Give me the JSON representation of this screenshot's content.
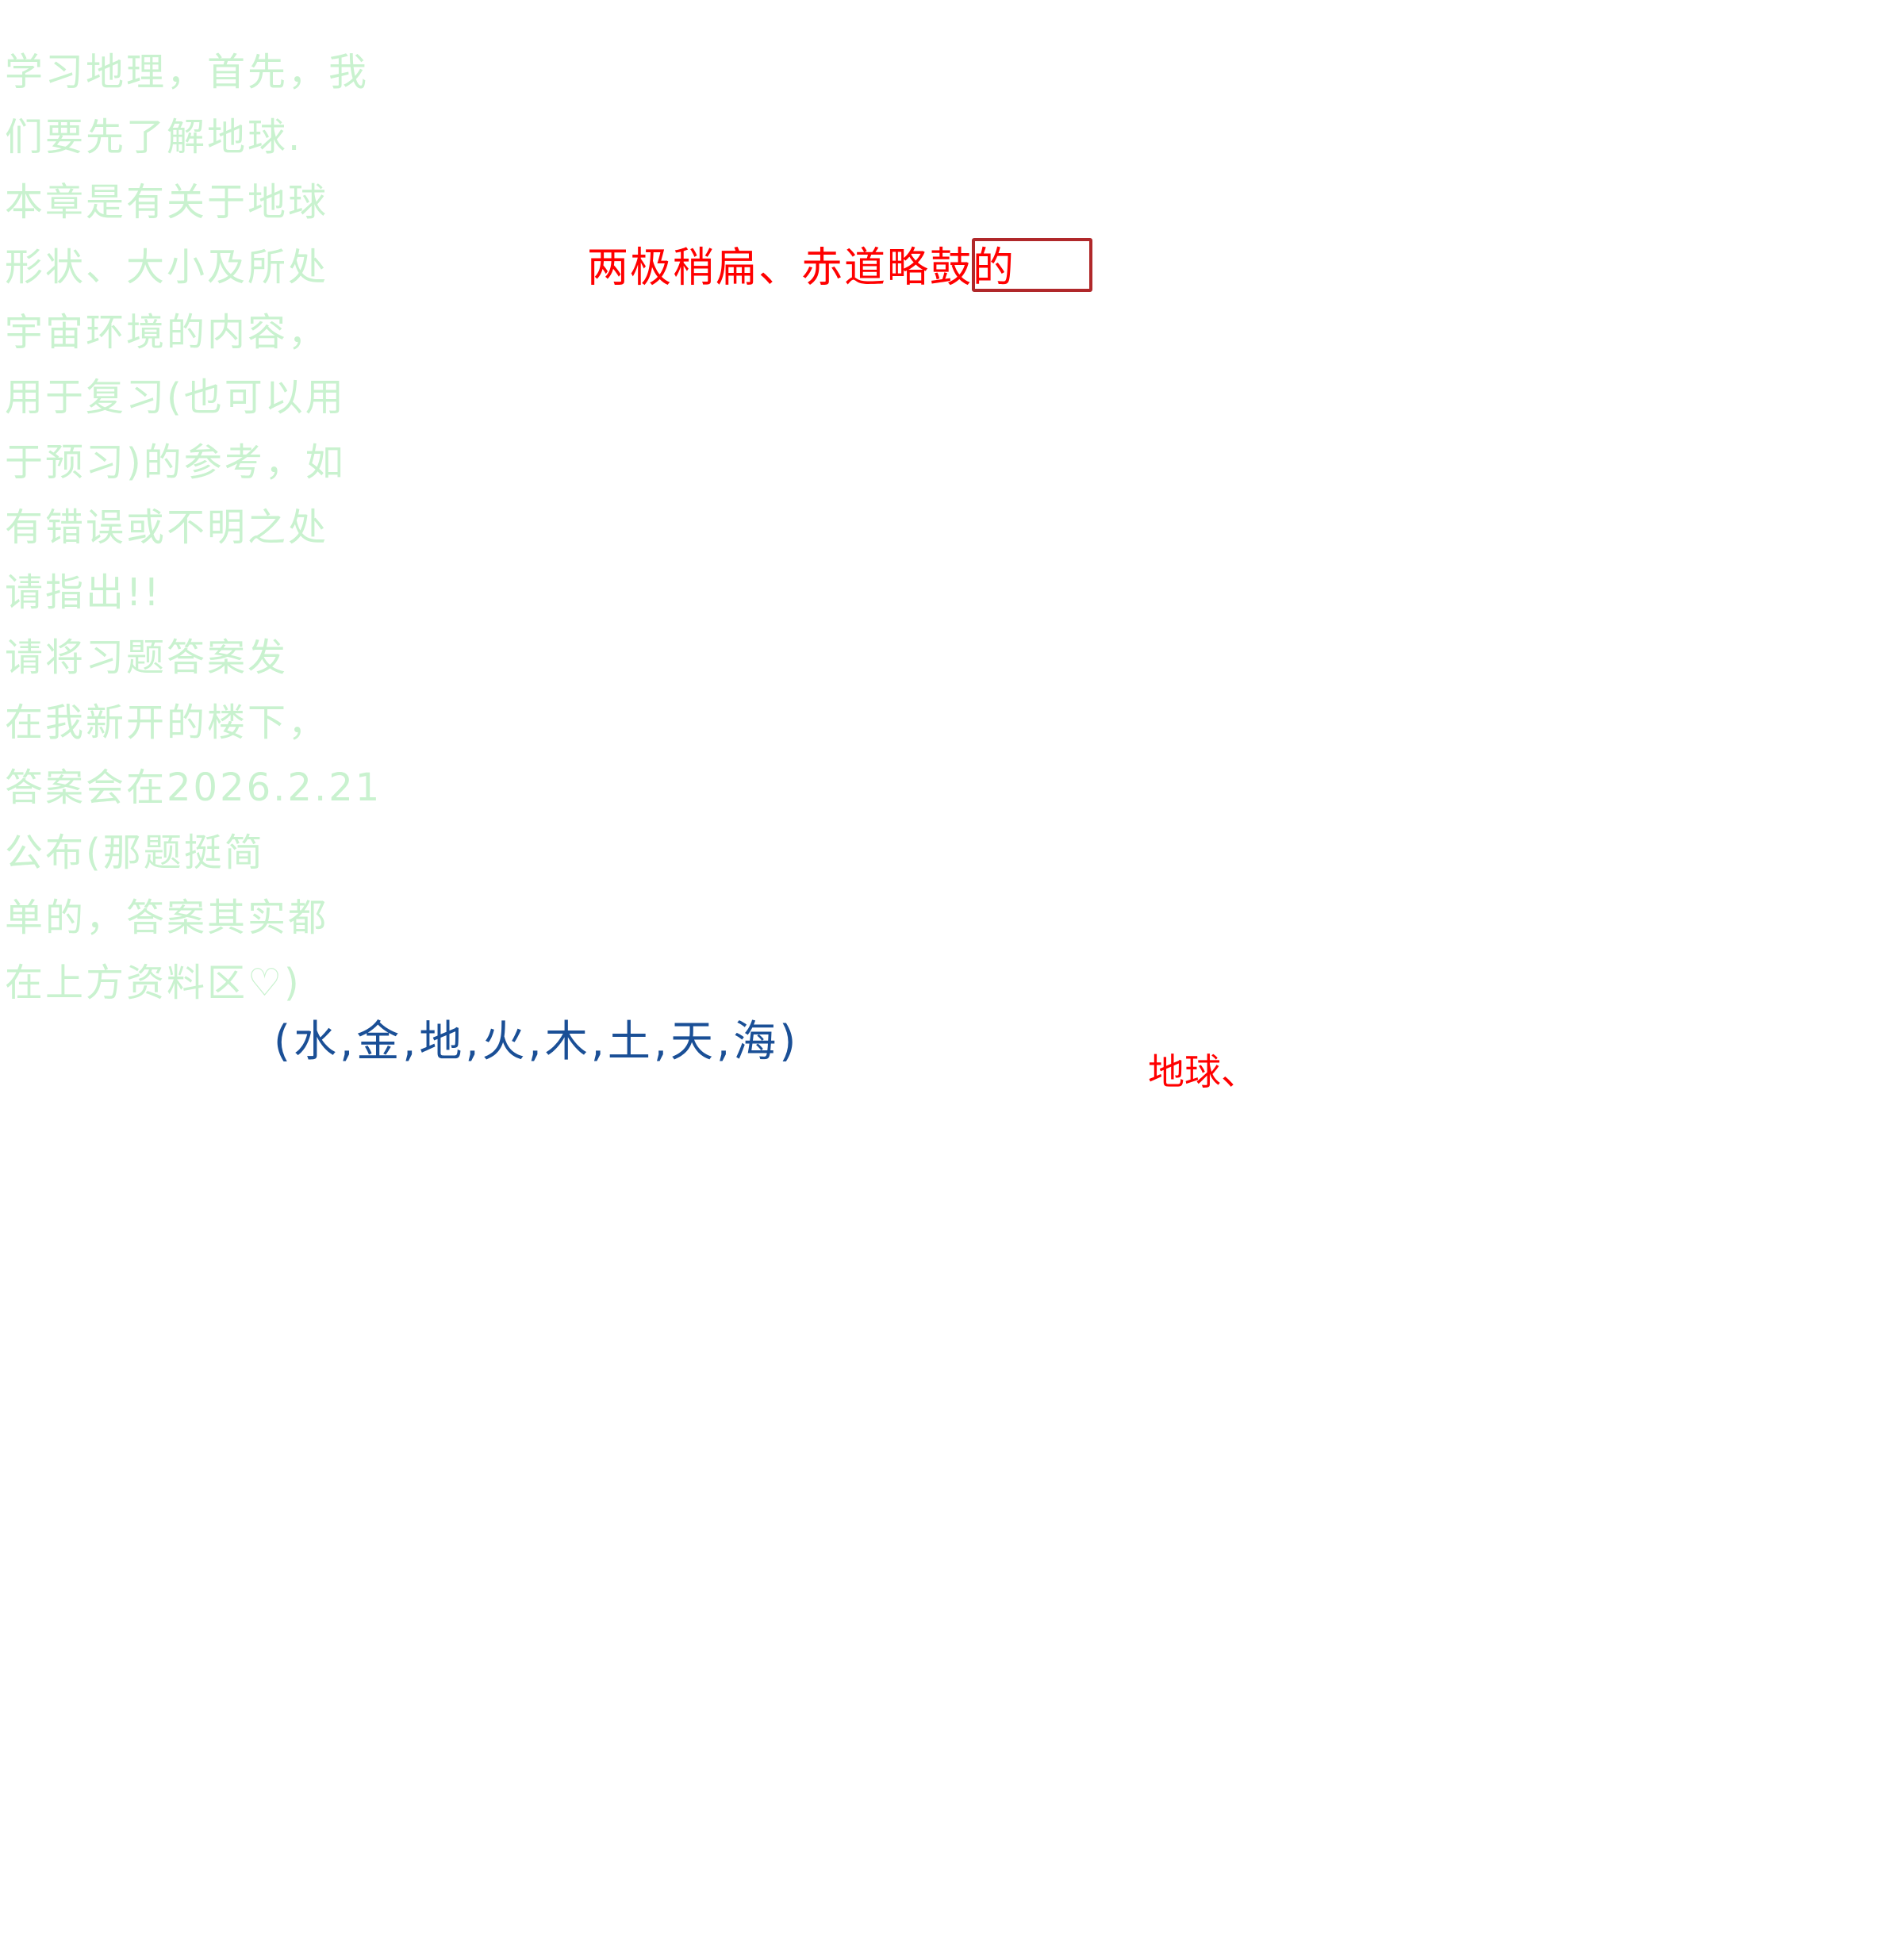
{
  "notes": {
    "lines": [
      "学习地理，首先，我",
      "们要先了解地球.",
      "本章是有关于地球",
      "形状、大小及所处",
      "宇宙环境的内容，",
      "用于复习(也可以用",
      "于预习)的参考，如",
      "有错误或不明之处",
      "请指出!!",
      "请将习题答案发",
      "在我新开的楼下，",
      "答案会在2026.2.21",
      "公布(那题挺简",
      "单的，答案其实都",
      "在上方资料区♡)"
    ]
  },
  "question": {
    "text": "两极稍扁、赤道略鼓的",
    "blank": ""
  },
  "planets": {
    "text": "(水,金,地,火,木,土,天,海)"
  },
  "earth_label": "地球、",
  "colors": {
    "notes": "#c9f2cf",
    "question": "#ff0000",
    "blank_border": "#b0282a",
    "planets": "#1a4f96",
    "earth_label": "#ff0000"
  }
}
